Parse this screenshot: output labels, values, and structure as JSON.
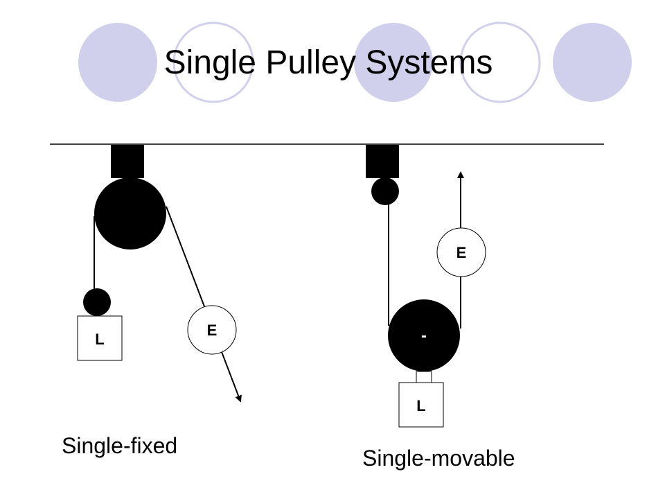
{
  "title": "Single Pulley Systems",
  "colors": {
    "decor_fill": "#d0d0ec",
    "decor_ring": "#d0d0ec",
    "ink": "#000000",
    "paper": "#ffffff"
  },
  "fixed_system": {
    "load_label": "L",
    "effort_label": "E",
    "caption": "Single-fixed"
  },
  "movable_system": {
    "load_label": "L",
    "effort_label": "E",
    "pulley_mark": "-",
    "caption": "Single-movable"
  }
}
